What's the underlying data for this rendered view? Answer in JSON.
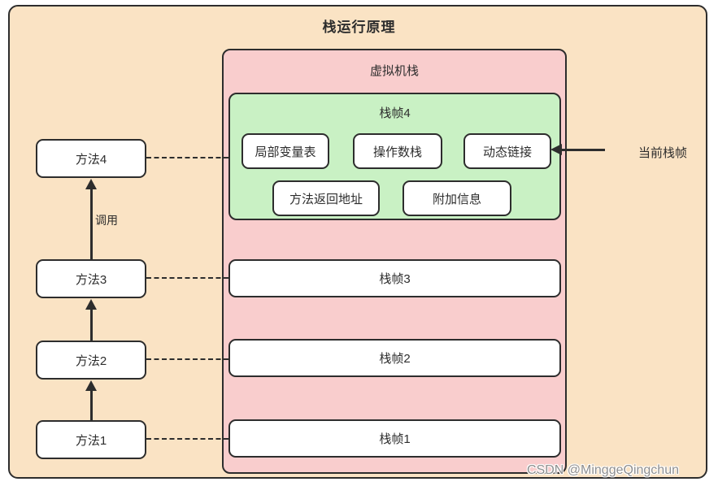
{
  "title": "栈运行原理",
  "vm_stack": {
    "label": "虚拟机栈",
    "frame4": {
      "label": "栈帧4",
      "row1": [
        "局部变量表",
        "操作数栈",
        "动态链接"
      ],
      "row2": [
        "方法返回地址",
        "附加信息"
      ]
    },
    "frames": [
      "栈帧3",
      "栈帧2",
      "栈帧1"
    ]
  },
  "methods": [
    "方法4",
    "方法3",
    "方法2",
    "方法1"
  ],
  "call_label": "调用",
  "current_frame_label": "当前栈帧",
  "watermark": "CSDN @MinggeQingchun",
  "colors": {
    "outer_bg": "#FAE3C4",
    "vm_stack_bg": "#F9CDCD",
    "frame4_bg": "#C9F1C4",
    "box_bg": "#FFFFFF",
    "border": "#2D2D2D",
    "watermark": "#8F8F8F"
  }
}
